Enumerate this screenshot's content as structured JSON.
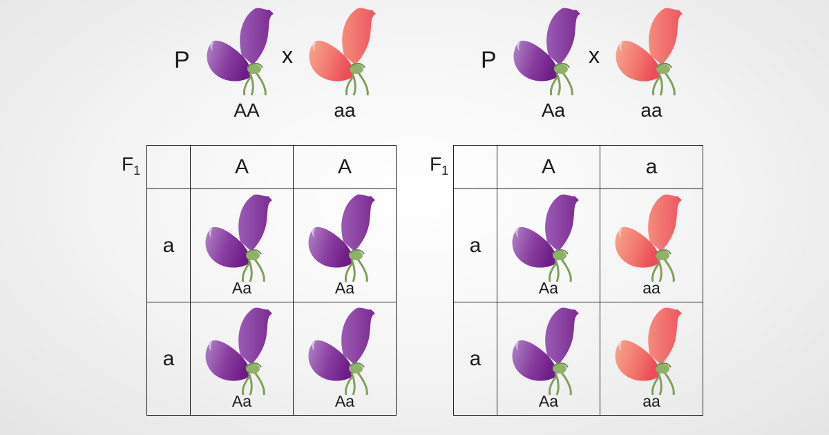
{
  "colors": {
    "dominant_petal": "#7a2a90",
    "dominant_petal_light": "#a878c0",
    "recessive_petal": "#ef5560",
    "recessive_petal_light": "#f59a86",
    "stem": "#7fa05a",
    "grid_line": "#222222"
  },
  "cross_left": {
    "generation_label": "P",
    "cross_symbol": "x",
    "parent1": {
      "genotype": "AA",
      "flower": "purple-flower-icon"
    },
    "parent2": {
      "genotype": "aa",
      "flower": "pink-flower-icon"
    }
  },
  "cross_right": {
    "generation_label": "P",
    "cross_symbol": "x",
    "parent1": {
      "genotype": "Aa",
      "flower": "purple-flower-icon"
    },
    "parent2": {
      "genotype": "aa",
      "flower": "pink-flower-icon"
    }
  },
  "punnett_left": {
    "label_main": "F",
    "label_sub": "1",
    "column_alleles": [
      "A",
      "A"
    ],
    "row_alleles": [
      "a",
      "a"
    ],
    "cells": [
      [
        {
          "genotype": "Aa",
          "color": "purple"
        },
        {
          "genotype": "Aa",
          "color": "purple"
        }
      ],
      [
        {
          "genotype": "Aa",
          "color": "purple"
        },
        {
          "genotype": "Aa",
          "color": "purple"
        }
      ]
    ]
  },
  "punnett_right": {
    "label_main": "F",
    "label_sub": "1",
    "column_alleles": [
      "A",
      "a"
    ],
    "row_alleles": [
      "a",
      "a"
    ],
    "cells": [
      [
        {
          "genotype": "Aa",
          "color": "purple"
        },
        {
          "genotype": "aa",
          "color": "pink"
        }
      ],
      [
        {
          "genotype": "Aa",
          "color": "purple"
        },
        {
          "genotype": "aa",
          "color": "pink"
        }
      ]
    ]
  }
}
